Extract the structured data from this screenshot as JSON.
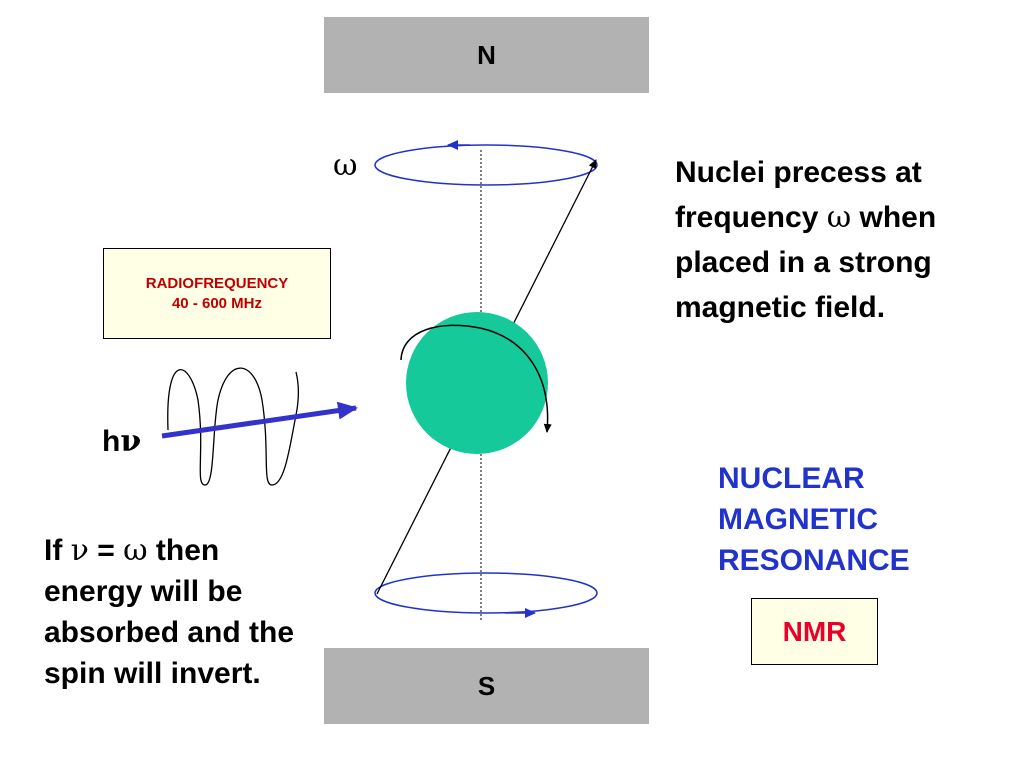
{
  "magnets": {
    "north_label": "N",
    "south_label": "S"
  },
  "symbols": {
    "omega": "ω",
    "nu": "ν"
  },
  "radiofrequency": {
    "line1": "RADIOFREQUENCY",
    "line2": "40 - 600 MHz"
  },
  "photon_label": {
    "h": "h",
    "nu": "ν"
  },
  "precession_text": {
    "part1": "Nuclei precess at frequency ",
    "omega": "ω",
    "part2": " when placed in a strong magnetic field."
  },
  "condition_text": {
    "if": "If ",
    "nu": "ν",
    "equals": " = ",
    "omega": "ω",
    "rest": " then energy will be absorbed and the spin will invert."
  },
  "nmr": {
    "title_line1": "NUCLEAR",
    "title_line2": "MAGNETIC",
    "title_line3": "RESONANCE",
    "abbrev": "NMR"
  },
  "colors": {
    "magnet": "#b2b2b2",
    "nucleus": "#16c99a",
    "orbit": "#2233cc",
    "photon_arrow": "#3333cc",
    "rf_text": "#c00000",
    "nmr_text": "#e8002a",
    "box_fill": "#ffffe6"
  }
}
